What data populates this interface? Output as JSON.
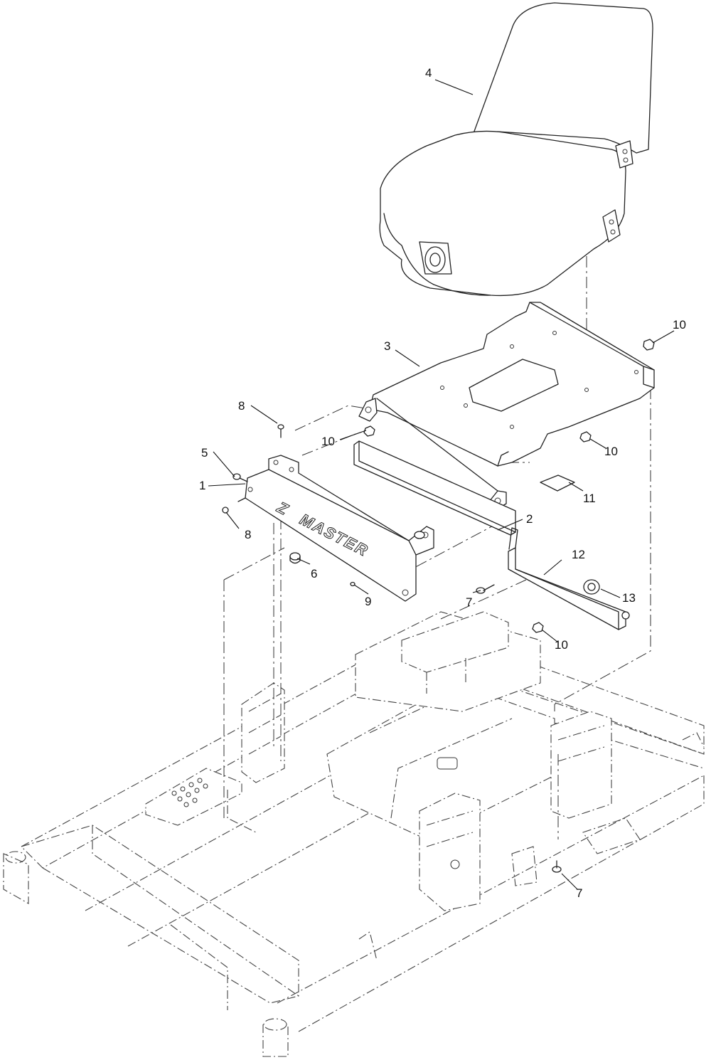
{
  "panel_logo": {
    "z": "Z",
    "word": "MASTER"
  },
  "callouts": [
    {
      "id": "c1",
      "label": "1"
    },
    {
      "id": "c2",
      "label": "2"
    },
    {
      "id": "c3",
      "label": "3"
    },
    {
      "id": "c4",
      "label": "4"
    },
    {
      "id": "c5",
      "label": "5"
    },
    {
      "id": "c6",
      "label": "6"
    },
    {
      "id": "c7a",
      "label": "7"
    },
    {
      "id": "c7b",
      "label": "7"
    },
    {
      "id": "c8a",
      "label": "8"
    },
    {
      "id": "c8b",
      "label": "8"
    },
    {
      "id": "c9",
      "label": "9"
    },
    {
      "id": "c10a",
      "label": "10"
    },
    {
      "id": "c10b",
      "label": "10"
    },
    {
      "id": "c10c",
      "label": "10"
    },
    {
      "id": "c10d",
      "label": "10"
    },
    {
      "id": "c11",
      "label": "11"
    },
    {
      "id": "c12",
      "label": "12"
    },
    {
      "id": "c13",
      "label": "13"
    }
  ]
}
